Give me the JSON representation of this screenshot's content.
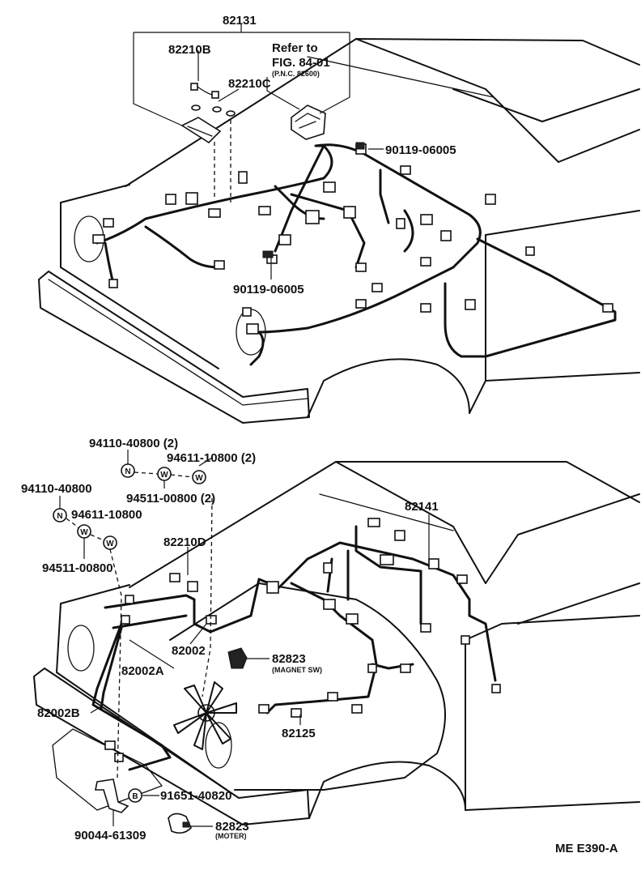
{
  "top_view": {
    "labels": {
      "p82131": "82131",
      "p82210b": "82210B",
      "p82210c": "82210C",
      "refer_line1": "Refer to",
      "refer_line2": "FIG. 84-01",
      "refer_line3": "(P.N.C. 82600)",
      "bolt_upper": "90119-06005",
      "bolt_lower": "90119-06005"
    }
  },
  "bottom_view": {
    "labels": {
      "nut_a": "94110-40800 (2)",
      "washer_a": "94611-10800 (2)",
      "washer_b": "94511-00800 (2)",
      "nut_b": "94110-40800",
      "washer_c": "94611-10800",
      "washer_d": "94511-00800",
      "p82210d": "82210D",
      "p82141": "82141",
      "p82002": "82002",
      "p82002a": "82002A",
      "p82002b": "82002B",
      "p82823_magnet": "82823",
      "magnet_note": "(MAGNET SW)",
      "p82125": "82125",
      "bolt": "91651-40820",
      "p82823_motor": "82823",
      "motor_note": "(MOTER)",
      "clamp": "90044-61309"
    },
    "symbols": {
      "nut": "N",
      "washer": "W",
      "bolt": "B"
    }
  },
  "figure_code": "ME E390-A"
}
